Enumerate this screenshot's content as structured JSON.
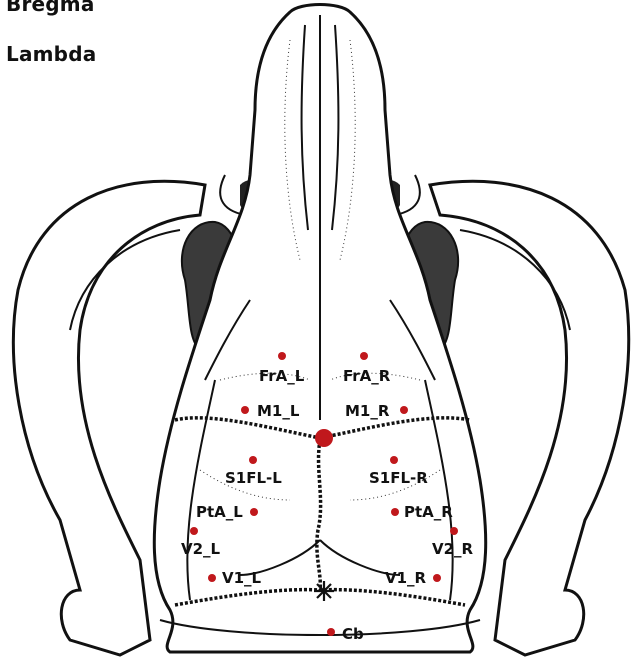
{
  "legend": {
    "bregma": "Bregma",
    "lambda": "Lambda"
  },
  "colors": {
    "electrode": "#c0181c",
    "outline": "#111111"
  },
  "points": {
    "bregma_marker": "large-red-dot",
    "lambda_marker": "asterisk"
  },
  "labels": {
    "FrA_L": "FrA_L",
    "FrA_R": "FrA_R",
    "M1_L": "M1_L",
    "M1_R": "M1_R",
    "S1FL_L": "S1FL-L",
    "S1FL_R": "S1FL-R",
    "PtA_L": "PtA_L",
    "PtA_R": "PtA_R",
    "V2_L": "V2_L",
    "V2_R": "V2_R",
    "V1_L": "V1_L",
    "V1_R": "V1_R",
    "Cb": "Cb"
  }
}
